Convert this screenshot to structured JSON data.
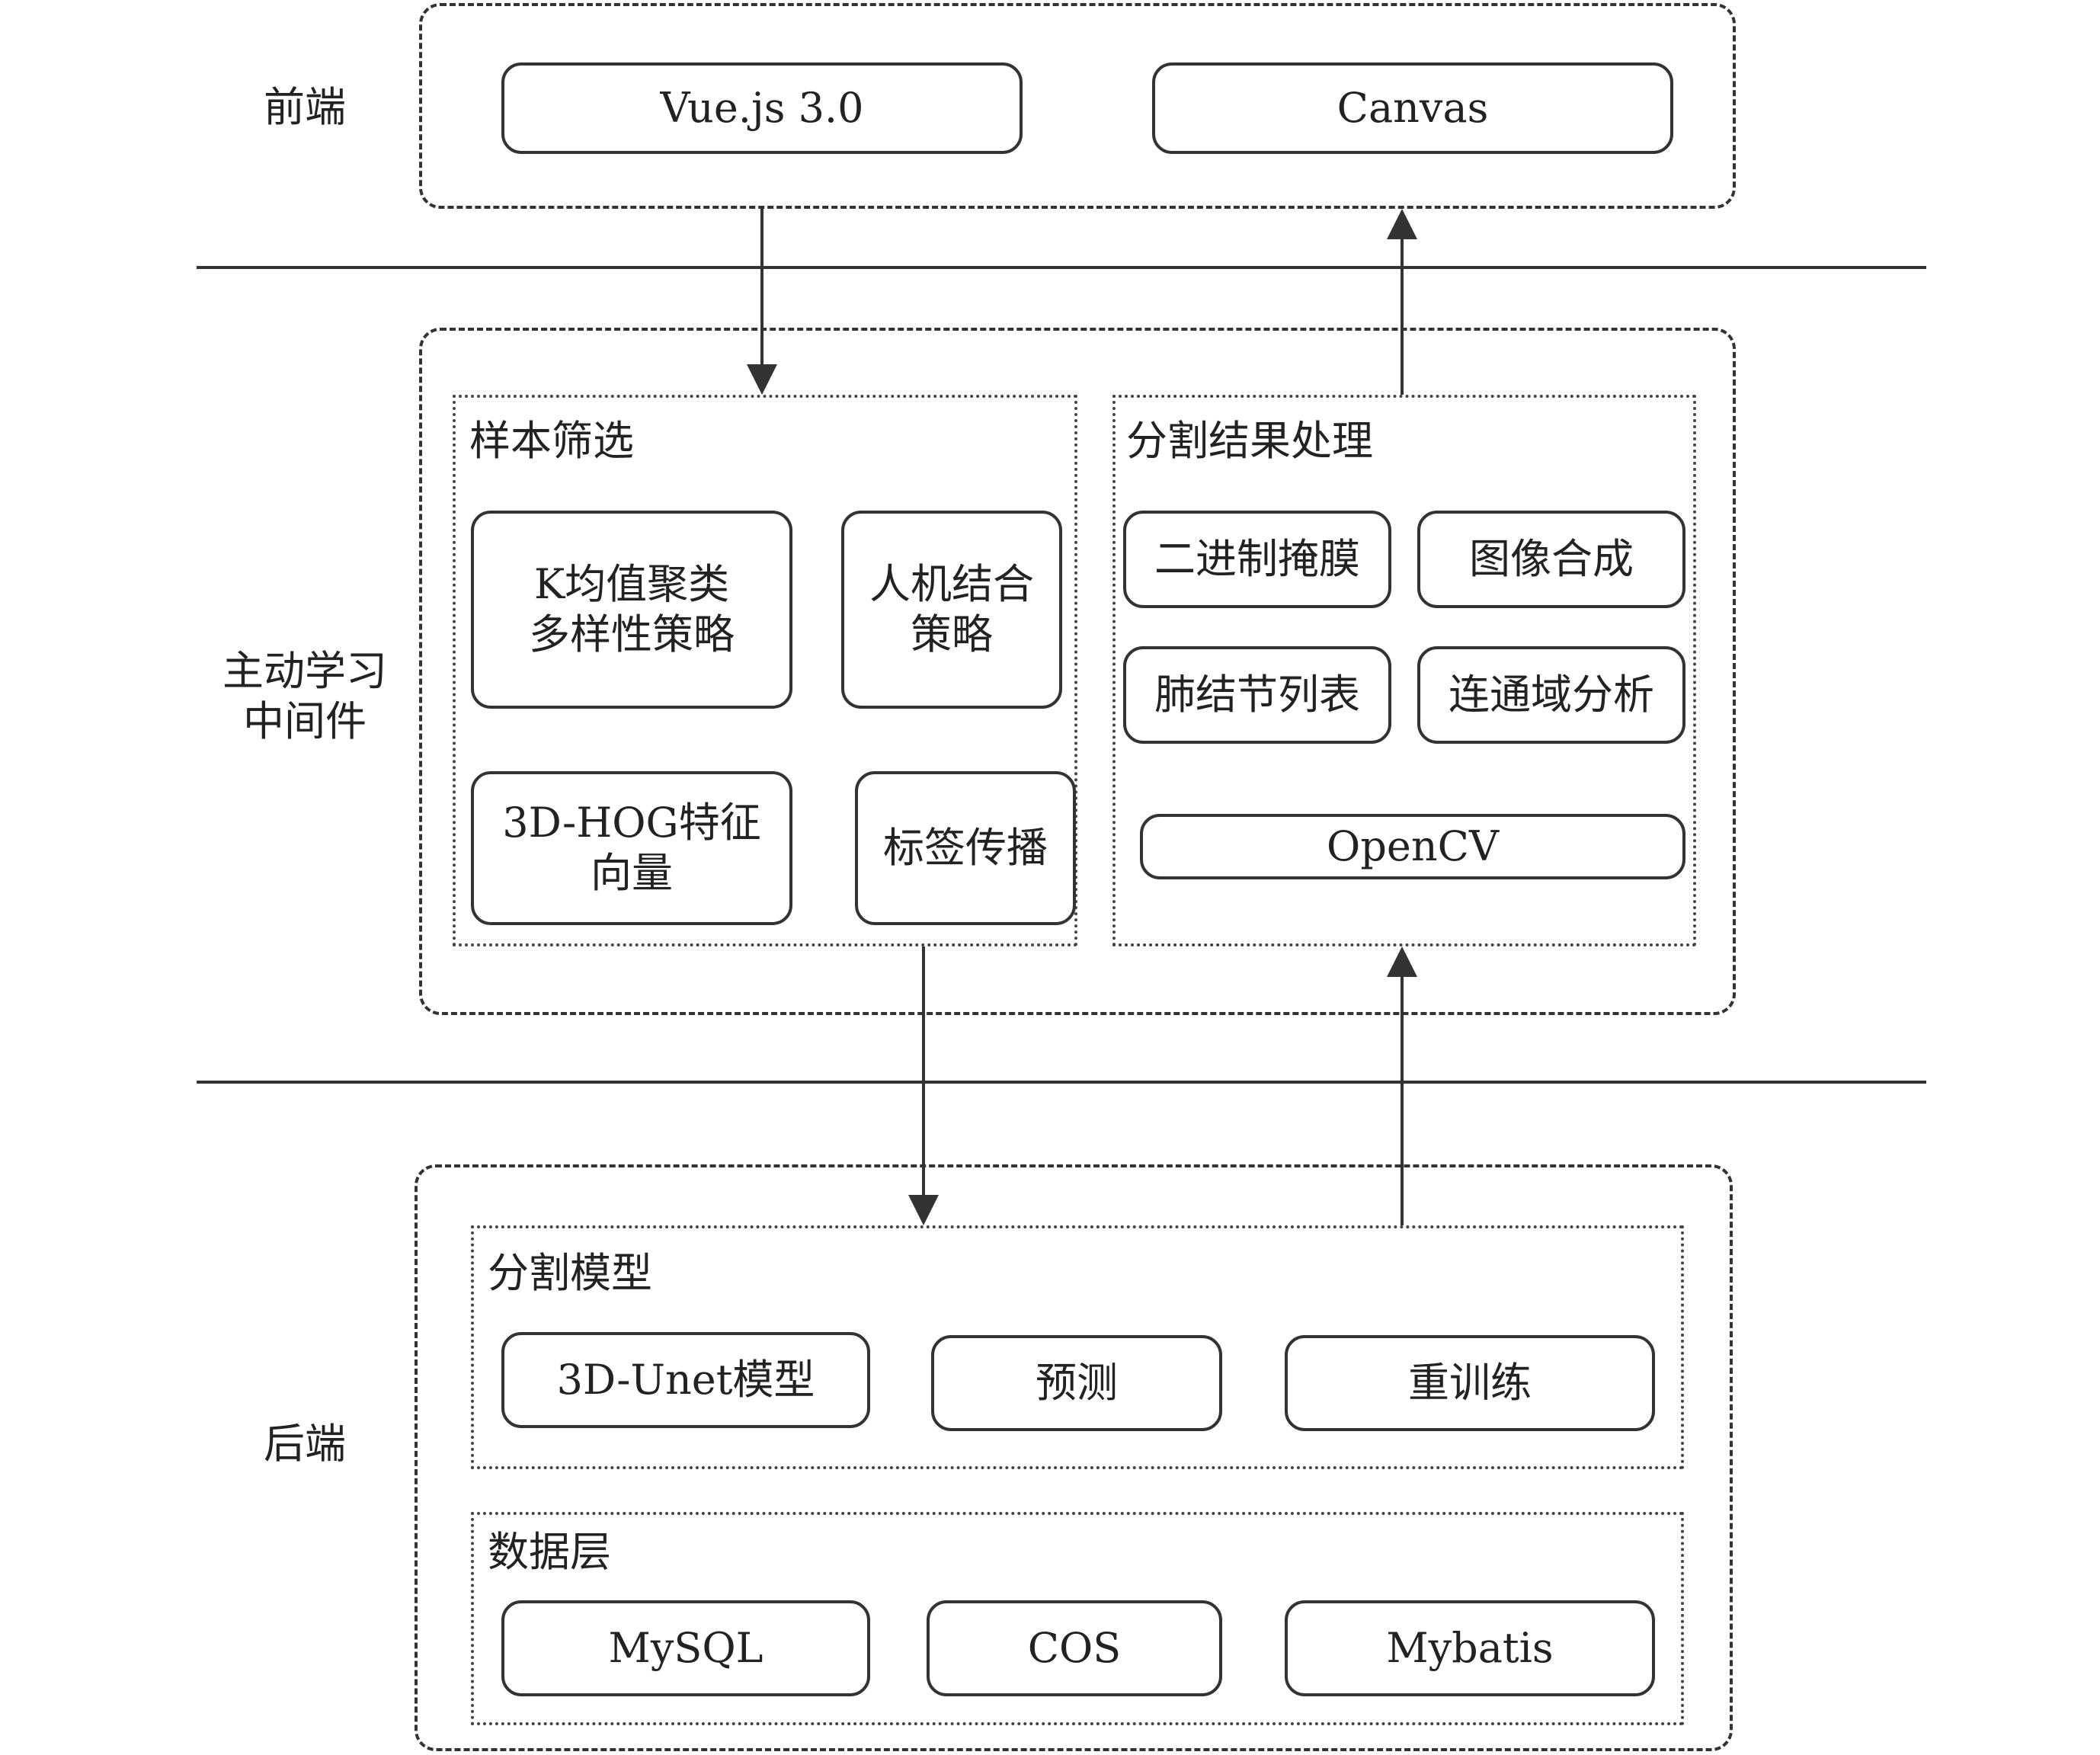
{
  "layers": {
    "frontend": "前端",
    "middleware": "主动学习\n中间件",
    "backend": "后端"
  },
  "frontend": {
    "vue": "Vue.js 3.0",
    "canvas": "Canvas"
  },
  "sample_selection": {
    "title": "样本筛选",
    "kmeans": "K均值聚类\n多样性策略",
    "human_machine": "人机结合\n策略",
    "hog": "3D-HOG特征\n向量",
    "label_propagation": "标签传播"
  },
  "segmentation_processing": {
    "title": "分割结果处理",
    "binary_mask": "二进制掩膜",
    "image_composite": "图像合成",
    "nodule_list": "肺结节列表",
    "connected_components": "连通域分析",
    "opencv": "OpenCV"
  },
  "segmentation_model": {
    "title": "分割模型",
    "unet": "3D-Unet模型",
    "predict": "预测",
    "retrain": "重训练"
  },
  "data_layer": {
    "title": "数据层",
    "mysql": "MySQL",
    "cos": "COS",
    "mybatis": "Mybatis"
  }
}
